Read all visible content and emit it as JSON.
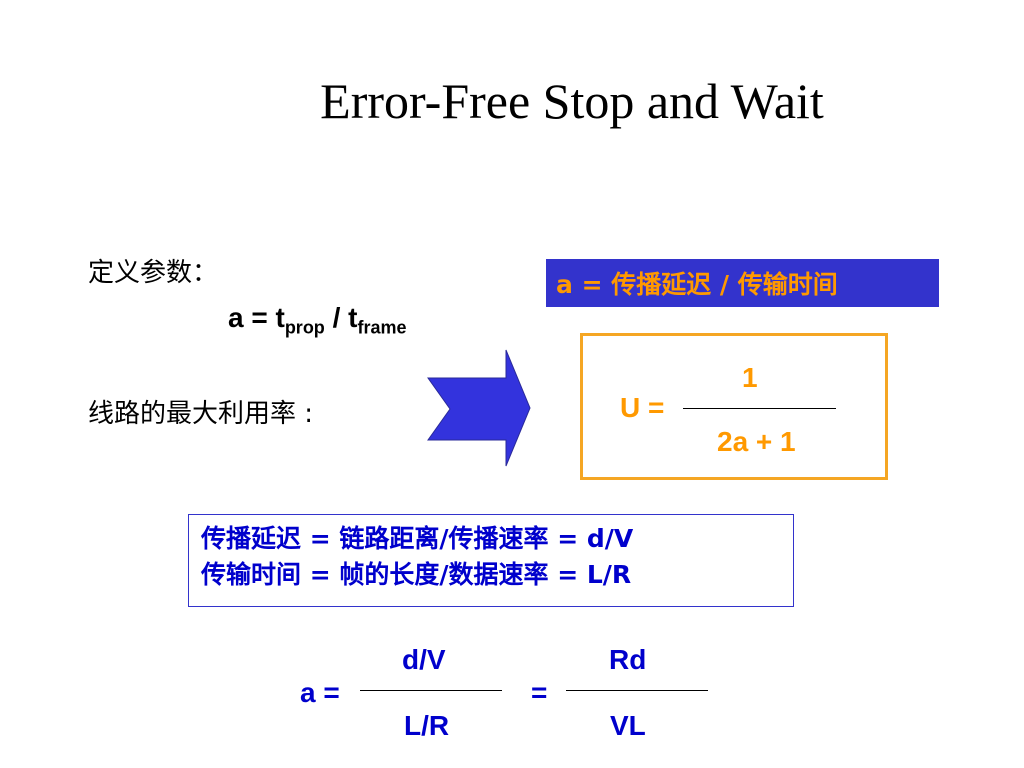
{
  "slide": {
    "title": "Error-Free Stop and Wait",
    "define_label": "定义参数：",
    "a_formula": {
      "lhs": "a = t",
      "sub1": "prop",
      "mid": " / t",
      "sub2": "frame"
    },
    "utilization_label": "线路的最大利用率 :",
    "a_def_box": "a = 传播延迟 / 传输时间",
    "u_formula": {
      "lhs": "U =",
      "numerator": "1",
      "denominator": "2a + 1"
    },
    "definitions": [
      "传播延迟 = 链路距离/传播速率 = d/V",
      "传输时间 = 帧的长度/数据速率 = L/R"
    ],
    "bottom_formula": {
      "lhs": "a =",
      "num1": "d/V",
      "den1": "L/R",
      "eq": "=",
      "num2": "Rd",
      "den2": "VL"
    },
    "colors": {
      "accent_box": "#3333cc",
      "orange": "#ff9900",
      "blue_text": "#0000cc",
      "arrow": "#3333dd"
    }
  }
}
